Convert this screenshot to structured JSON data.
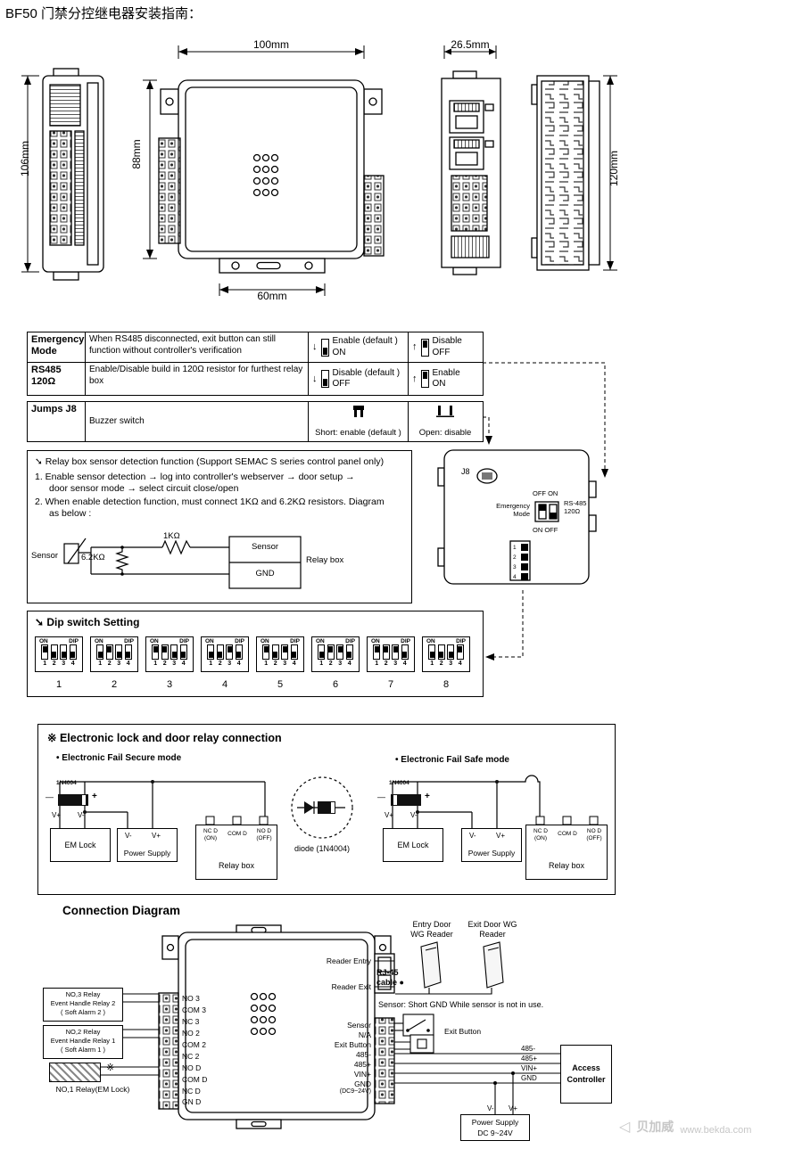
{
  "page": {
    "title": "BF50 门禁分控继电器安装指南："
  },
  "icons": {
    "arrow_down": "↓",
    "arrow_up": "↑",
    "watermark_logo": "◁"
  },
  "drawings": {
    "dim_left_height": "106mm",
    "dim_front_width": "100mm",
    "dim_front_height": "88mm",
    "dim_front_bottom": "60mm",
    "dim_side_width": "26.5mm",
    "dim_side_height": "120mm"
  },
  "settings_table": {
    "row1": {
      "name": "Emergency Mode",
      "desc": "When RS485 disconnected, exit button can still function without controller's verification",
      "opt1_text": "Enable  (default )",
      "opt1_state": "ON",
      "opt2_text": "Disable",
      "opt2_state": "OFF"
    },
    "row2": {
      "name": "RS485 120Ω",
      "desc": "Enable/Disable build in 120Ω resistor for furthest relay box",
      "opt1_text": "Disable  (default )",
      "opt1_state": "OFF",
      "opt2_text": "Enable",
      "opt2_state": "ON"
    },
    "row3": {
      "name": "Jumps J8",
      "desc": "Buzzer switch",
      "opt1_text": "Short: enable (default )",
      "opt2_text": "Open: disable"
    }
  },
  "sensor_box": {
    "title": "➘ Relay box sensor detection function (Support SEMAC S series control panel only)",
    "line1": "1. Enable sensor detection → log into controller's webserver → door setup →",
    "line2": "door sensor mode → select circuit close/open",
    "line3": "2. When enable detection function, must connect 1KΩ and 6.2KΩ resistors. Diagram",
    "line4": "as below :",
    "sensor_label": "Sensor",
    "r_shunt": "6.2KΩ",
    "r_series": "1KΩ",
    "cell_sensor": "Sensor",
    "cell_gnd": "GND",
    "relay_box_label": "Relay box"
  },
  "rear_panel": {
    "j8": "J8",
    "top_state": "OFF   ON",
    "bottom_state": "ON   OFF",
    "left_label": "Emergency Mode",
    "right_label": "RS-485 120Ω",
    "dip_digits": "1 2 3 4"
  },
  "dip_setting": {
    "title": "➘ Dip switch Setting",
    "on": "ON",
    "dip": "DIP",
    "pins": [
      "1",
      "2",
      "3",
      "4"
    ],
    "switches": [
      {
        "address": "1",
        "up": [
          true,
          false,
          false,
          false
        ]
      },
      {
        "address": "2",
        "up": [
          false,
          true,
          false,
          false
        ]
      },
      {
        "address": "3",
        "up": [
          true,
          true,
          false,
          false
        ]
      },
      {
        "address": "4",
        "up": [
          false,
          false,
          true,
          false
        ]
      },
      {
        "address": "5",
        "up": [
          true,
          false,
          true,
          false
        ]
      },
      {
        "address": "6",
        "up": [
          false,
          true,
          true,
          false
        ]
      },
      {
        "address": "7",
        "up": [
          true,
          true,
          true,
          false
        ]
      },
      {
        "address": "8",
        "up": [
          false,
          false,
          false,
          true
        ]
      }
    ]
  },
  "lock_section": {
    "title": "※ Electronic lock and door relay connection",
    "secure_mode": "Electronic Fail Secure mode",
    "safe_mode": "Electronic Fail Safe mode",
    "diode_part": "1N4004",
    "minus": "—",
    "plus": "+",
    "v_plus": "V+",
    "v_minus": "V-",
    "em_lock": "EM Lock",
    "power_supply": "Power Supply",
    "relay_box": "Relay box",
    "nc": "NC D",
    "nc_state": "(ON)",
    "com": "COM D",
    "no": "NO D",
    "no_state": "(OFF)",
    "diode_label": "diode (1N4004)"
  },
  "connection": {
    "title": "Connection Diagram",
    "left_terminals": [
      "NO 3",
      "COM 3",
      "NC 3",
      "NO 2",
      "COM 2",
      "NC 2",
      "NO D",
      "COM D",
      "NC D",
      "GN D"
    ],
    "right_terminals": {
      "reader_entry": "Reader Entry",
      "reader_exit": "Reader Exit",
      "sensor": "Sensor",
      "na": "N/A",
      "exit_button": "Exit Button",
      "rs485_minus": "485-",
      "rs485_plus": "485+",
      "vin": "VIN+",
      "gnd": "GND",
      "gnd_note": "(DC9~24V)"
    },
    "entry_reader": "Entry Door WG Reader",
    "exit_reader": "Exit Door WG Reader",
    "rj45_line1": "RJ-45",
    "rj45_line2": "cable ●",
    "sensor_note": "Sensor: Short GND While sensor is not in use.",
    "exit_button_label": "Exit  Button",
    "relay2": {
      "l1": "NO,3 Relay",
      "l2": "Event Handle Relay 2",
      "l3": "( Soft Alarm 2 )"
    },
    "relay1": {
      "l1": "NO,2 Relay",
      "l2": "Event Handle Relay 1",
      "l3": "( Soft Alarm 1 )"
    },
    "relay0_label": "NO,1 Relay(EM Lock)",
    "ref_mark": "※",
    "bus_labels": [
      "485-",
      "485+",
      "VIN+",
      "GND"
    ],
    "access_controller_l1": "Access",
    "access_controller_l2": "Controller",
    "psu_l1": "Power Supply",
    "psu_l2": "DC 9~24V",
    "psu_vminus": "V-",
    "psu_vplus": "V+",
    "watermark_cn": "贝加威",
    "watermark_url": "www.bekda.com"
  }
}
